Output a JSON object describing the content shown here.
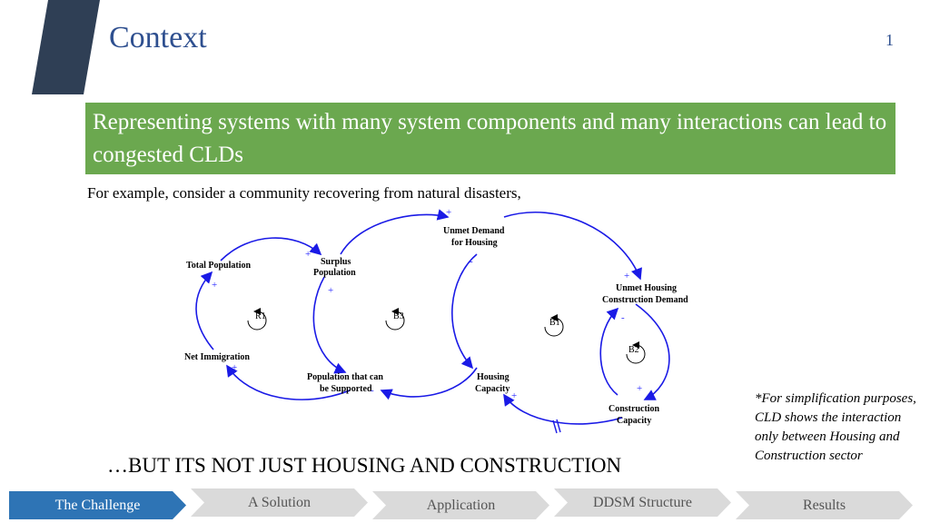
{
  "header": {
    "title": "Context",
    "page_number": "1"
  },
  "banner": {
    "text": "Representing systems with many system components and many interactions can lead to congested CLDs"
  },
  "intro": {
    "text": "For example, consider a community recovering from natural disasters,"
  },
  "diagram": {
    "variables": {
      "total_population": "Total Population",
      "surplus_population_1": "Surplus",
      "surplus_population_2": "Population",
      "unmet_demand_1": "Unmet Demand",
      "unmet_demand_2": "for Housing",
      "unmet_housing_1": "Unmet Housing",
      "unmet_housing_2": "Construction Demand",
      "net_immigration": "Net Immigration",
      "pop_supported_1": "Population that can",
      "pop_supported_2": "be Supported",
      "housing_capacity_1": "Housing",
      "housing_capacity_2": "Capacity",
      "construction_capacity_1": "Construction",
      "construction_capacity_2": "Capacity"
    },
    "loops": {
      "r1": "R1",
      "b3": "B3",
      "b1": "B1",
      "b2": "B2"
    },
    "signs": {
      "plus": "+",
      "minus": "-"
    },
    "link_color": "#1a1ae6"
  },
  "note": {
    "text": "*For simplification purposes, CLD shows the interaction only between Housing and Construction sector"
  },
  "bottom_line": {
    "text": "…BUT ITS NOT JUST HOUSING AND CONSTRUCTION"
  },
  "nav": {
    "tabs": [
      {
        "label": "The Challenge",
        "active": true
      },
      {
        "label": "A Solution",
        "active": false
      },
      {
        "label": "Application",
        "active": false
      },
      {
        "label": "DDSM Structure",
        "active": false
      },
      {
        "label": "Results",
        "active": false
      }
    ]
  },
  "colors": {
    "title": "#2E4F8F",
    "banner": "#6BA84F",
    "slash": "#2F3F55",
    "active_tab": "#2E74B5",
    "inactive_tab": "#DADADA"
  }
}
